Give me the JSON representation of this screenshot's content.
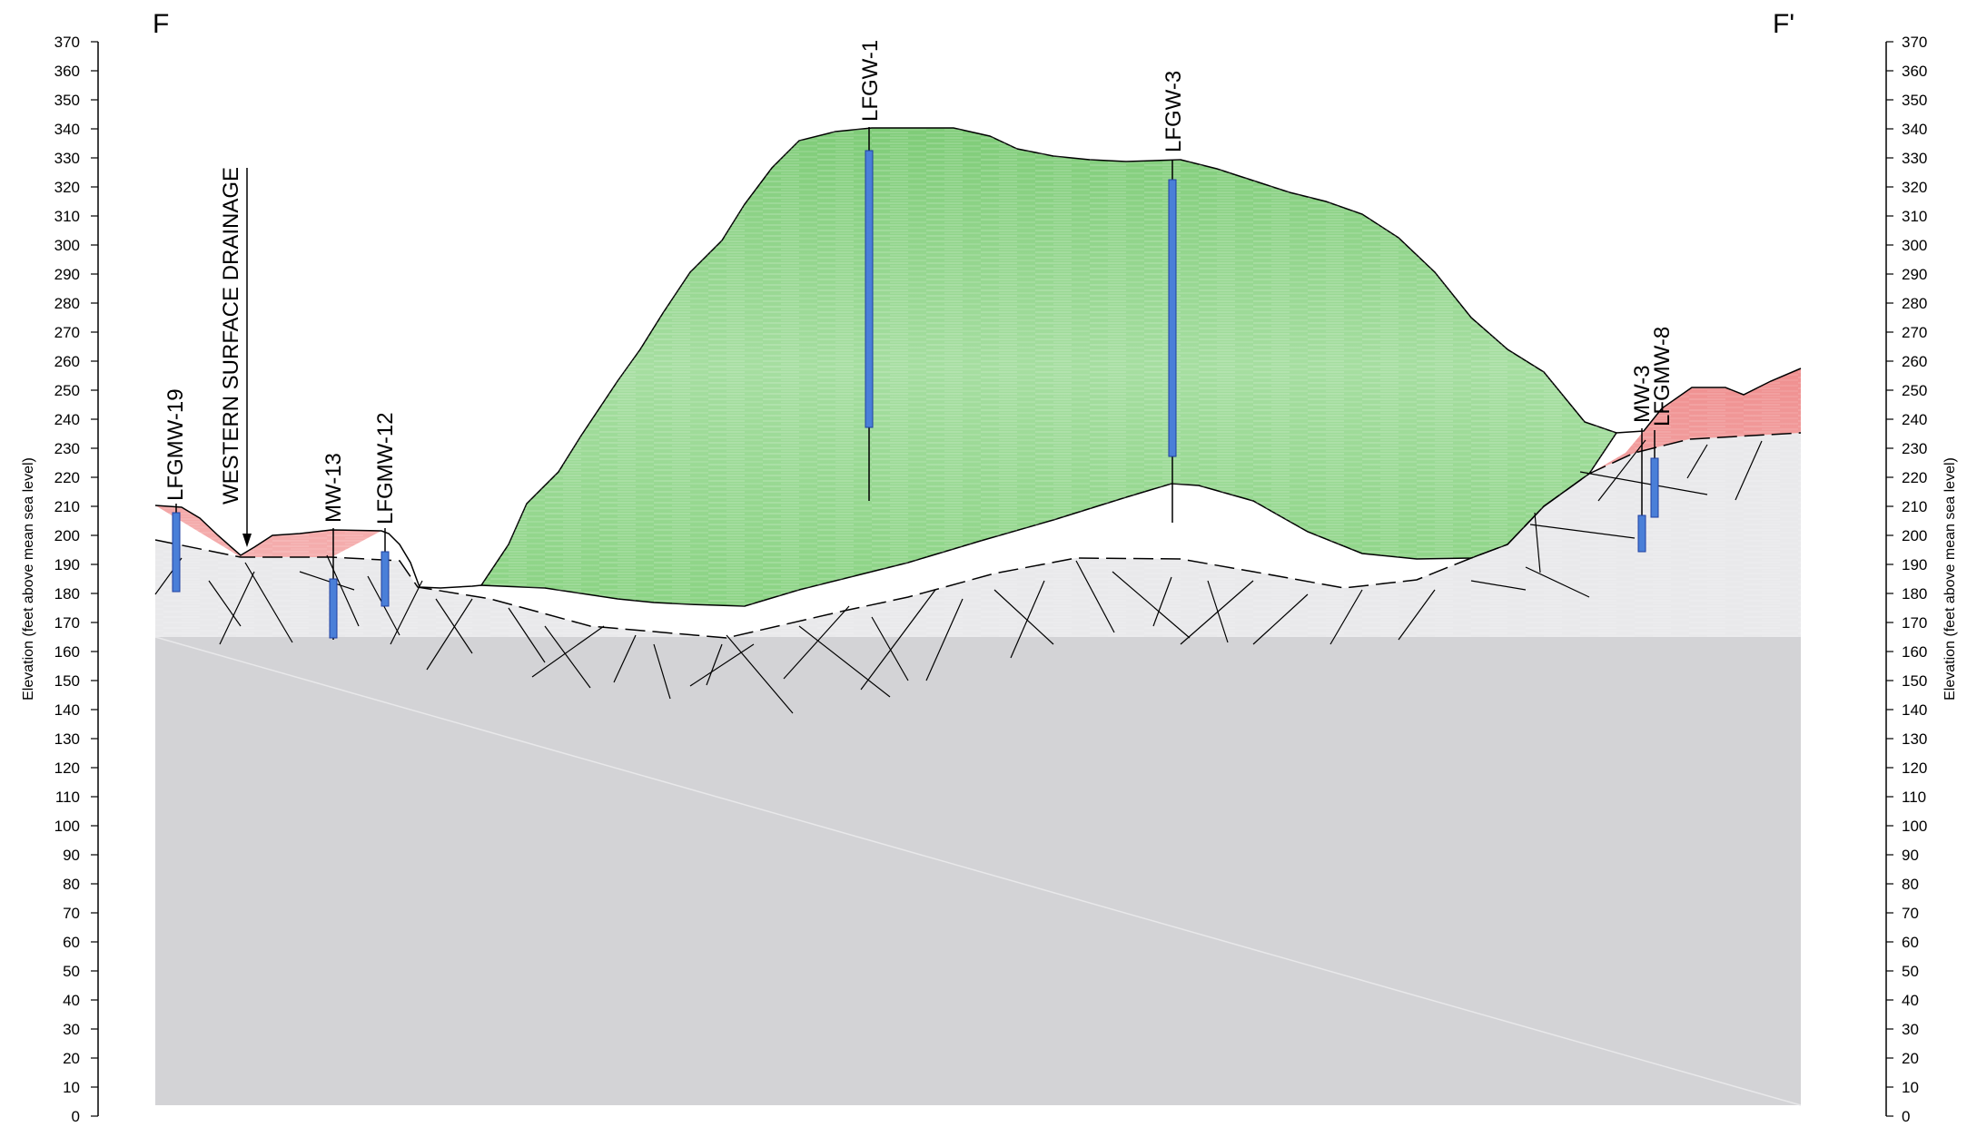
{
  "section": {
    "left_label": "F",
    "right_label": "F'",
    "left_axis_title": "Elevation (feet above mean sea level)",
    "right_axis_title": "Elevation (feet above mean sea level)",
    "ticks": [
      0,
      10,
      20,
      30,
      40,
      50,
      60,
      70,
      80,
      90,
      100,
      110,
      120,
      130,
      140,
      150,
      160,
      170,
      180,
      190,
      200,
      210,
      220,
      230,
      240,
      250,
      260,
      270,
      280,
      290,
      300,
      310,
      320,
      330,
      340,
      350,
      360,
      370
    ],
    "y_range": [
      0,
      370
    ],
    "drainage_label": "WESTERN SURFACE DRAINAGE",
    "wells": [
      {
        "name": "LFGMW-19"
      },
      {
        "name": "MW-13"
      },
      {
        "name": "LFGMW-12"
      },
      {
        "name": "LFGW-1"
      },
      {
        "name": "LFGW-3"
      },
      {
        "name": "MW-3"
      },
      {
        "name": "LFGMW-8"
      }
    ],
    "colors": {
      "waste": "#8fd48a",
      "soil": "#f4a3a3",
      "bedrock_weathered": "#e6e6e6",
      "bedrock": "#d3d3d6",
      "screen": "#4a7fd8"
    }
  }
}
